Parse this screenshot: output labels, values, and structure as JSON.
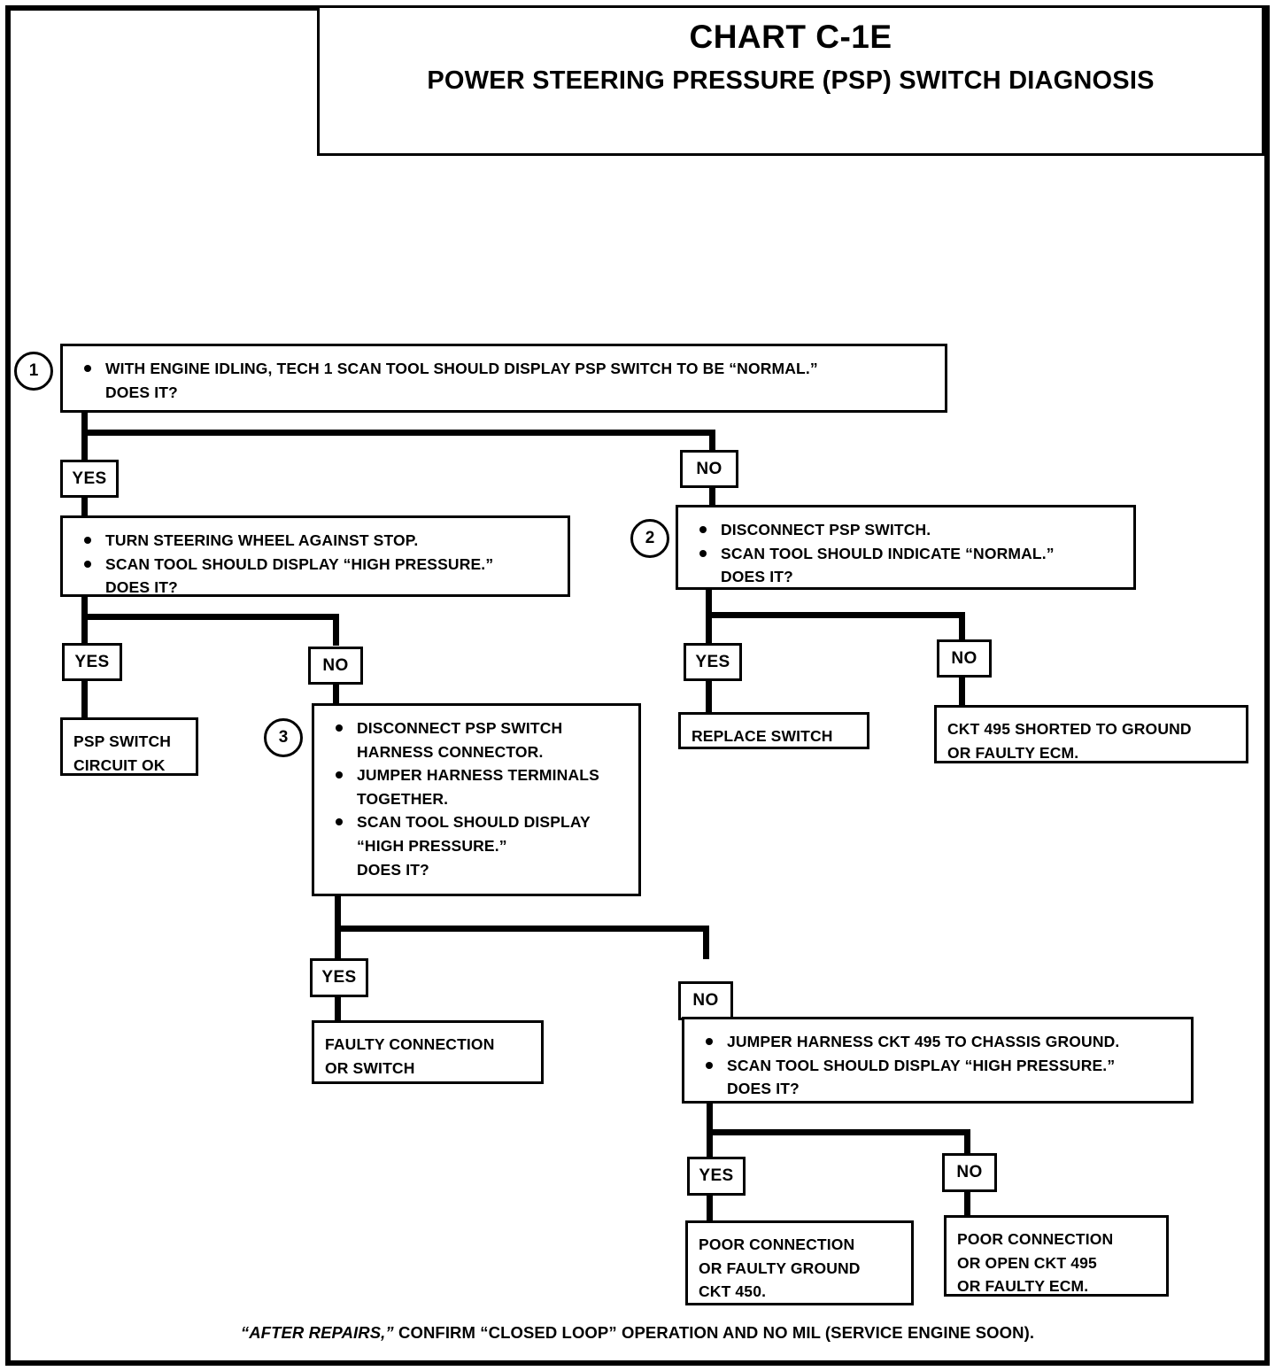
{
  "title": {
    "chart_id": "CHART C-1E",
    "subtitle": "POWER STEERING PRESSURE (PSP) SWITCH DIAGNOSIS"
  },
  "steps": {
    "step1": {
      "number": "1",
      "line1": "WITH ENGINE IDLING, TECH 1 SCAN TOOL SHOULD DISPLAY PSP SWITCH TO BE “NORMAL.”",
      "line2": "DOES IT?"
    },
    "step1_yes_box": {
      "line1": "TURN STEERING WHEEL AGAINST STOP.",
      "line2": "SCAN TOOL SHOULD DISPLAY “HIGH PRESSURE.”",
      "line3": "DOES IT?"
    },
    "step2": {
      "number": "2",
      "line1": "DISCONNECT PSP SWITCH.",
      "line2": "SCAN TOOL SHOULD INDICATE “NORMAL.”",
      "line3": "DOES IT?"
    },
    "step3": {
      "number": "3",
      "line1": "DISCONNECT PSP SWITCH\nHARNESS CONNECTOR.",
      "line2": "JUMPER HARNESS TERMINALS\nTOGETHER.",
      "line3": "SCAN TOOL SHOULD DISPLAY\n“HIGH PRESSURE.”",
      "line4": "DOES IT?"
    },
    "step4": {
      "line1": "JUMPER HARNESS CKT 495 TO CHASSIS GROUND.",
      "line2": "SCAN TOOL SHOULD DISPLAY “HIGH PRESSURE.”",
      "line3": "DOES IT?"
    }
  },
  "outcomes": {
    "psp_ok": "PSP SWITCH\nCIRCUIT OK",
    "replace_switch": "REPLACE SWITCH",
    "ckt495_shorted": "CKT 495 SHORTED TO GROUND\nOR FAULTY ECM.",
    "faulty_connection": "FAULTY CONNECTION\nOR  SWITCH",
    "poor_ground": "POOR CONNECTION\nOR FAULTY GROUND\nCKT  450.",
    "poor_open": "POOR CONNECTION\nOR OPEN CKT 495\nOR FAULTY ECM."
  },
  "labels": {
    "yes": "YES",
    "no": "NO"
  },
  "footer": {
    "emph": "“AFTER REPAIRS,”",
    "rest": " CONFIRM “CLOSED LOOP” OPERATION AND NO MIL (SERVICE ENGINE SOON)."
  },
  "colors": {
    "ink": "#000000",
    "paper": "#ffffff"
  }
}
